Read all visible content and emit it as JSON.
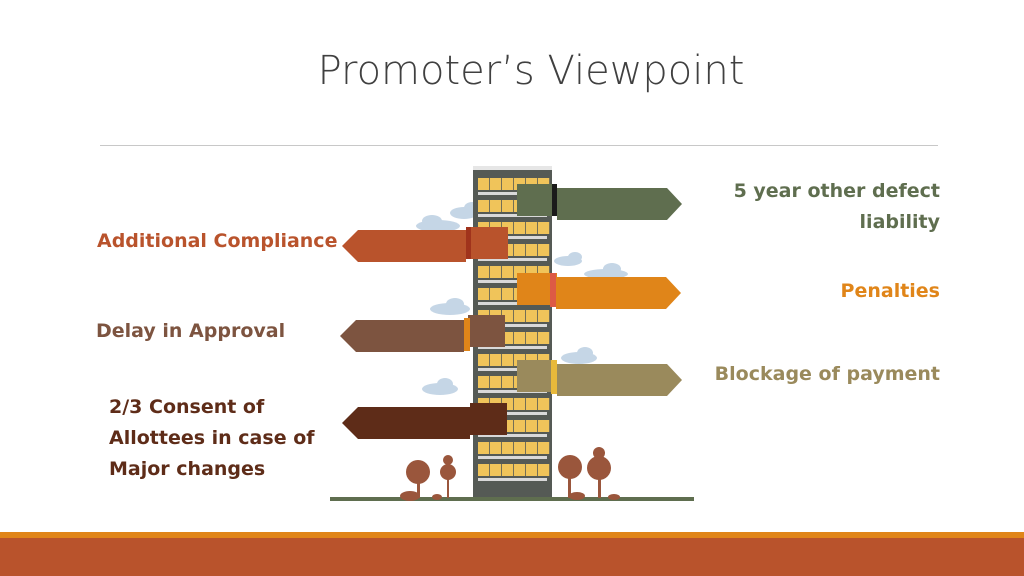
{
  "slide": {
    "title": "Promoter’s Viewpoint"
  },
  "signs": [
    {
      "id": "defect-liability",
      "text_lines": [
        "5 year other defect",
        "liability"
      ],
      "side": "right",
      "color": "#5f6e4f"
    },
    {
      "id": "additional-compliance",
      "text_lines": [
        "Additional Compliance"
      ],
      "side": "left",
      "color": "#b9532c"
    },
    {
      "id": "penalties",
      "text_lines": [
        "Penalties"
      ],
      "side": "right",
      "color": "#e08519"
    },
    {
      "id": "delay-in-approval",
      "text_lines": [
        "Delay in Approval"
      ],
      "side": "left",
      "color": "#7d5440"
    },
    {
      "id": "blockage-of-payment",
      "text_lines": [
        "Blockage of payment"
      ],
      "side": "right",
      "color": "#9a8a5c"
    },
    {
      "id": "consent-of-allottees",
      "text_lines": [
        "2/3 Consent of",
        "Allottees in case of",
        "Major changes"
      ],
      "side": "left",
      "color": "#5e2c18"
    }
  ],
  "colors": {
    "footer_thin": "#e08519",
    "footer_bar": "#b9532c",
    "tower": "#555a55",
    "window": "#f0c45a",
    "ground": "#5f6e4f",
    "tree": "#9a563c",
    "cloud": "#c5d6e6"
  }
}
